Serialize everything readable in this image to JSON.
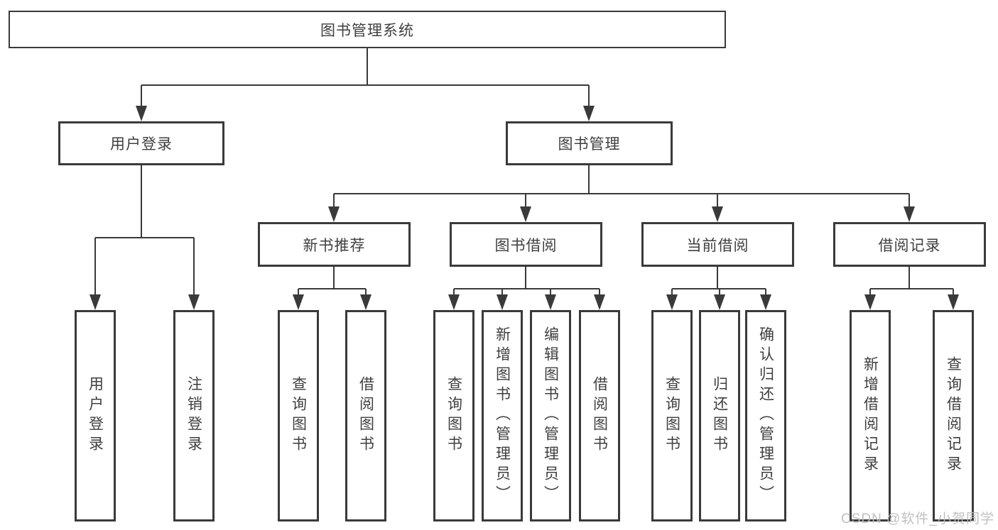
{
  "diagram": {
    "root": {
      "label": "图书管理系统"
    },
    "branches": [
      {
        "label": "用户登录",
        "children": [
          {
            "label": "用户登录"
          },
          {
            "label": "注销登录"
          }
        ]
      },
      {
        "label": "图书管理",
        "children": [
          {
            "label": "新书推荐",
            "children": [
              {
                "label": "查询图书"
              },
              {
                "label": "借阅图书"
              }
            ]
          },
          {
            "label": "图书借阅",
            "children": [
              {
                "label": "查询图书"
              },
              {
                "label": "新增图书（管理员）"
              },
              {
                "label": "编辑图书（管理员）"
              },
              {
                "label": "借阅图书"
              }
            ]
          },
          {
            "label": "当前借阅",
            "children": [
              {
                "label": "查询图书"
              },
              {
                "label": "归还图书"
              },
              {
                "label": "确认归还（管理员）"
              }
            ]
          },
          {
            "label": "借阅记录",
            "children": [
              {
                "label": "新增借阅记录"
              },
              {
                "label": "查询借阅记录"
              }
            ]
          }
        ]
      }
    ]
  },
  "watermark": {
    "text": "CSDN @软件_小贺同学"
  },
  "colors": {
    "line": "#3a3a3a",
    "node_border": "#3a3a3a",
    "node_fill": "#ffffff",
    "text": "#3f3f3f",
    "watermark": "#bdbdbd",
    "background": "#ffffff"
  }
}
